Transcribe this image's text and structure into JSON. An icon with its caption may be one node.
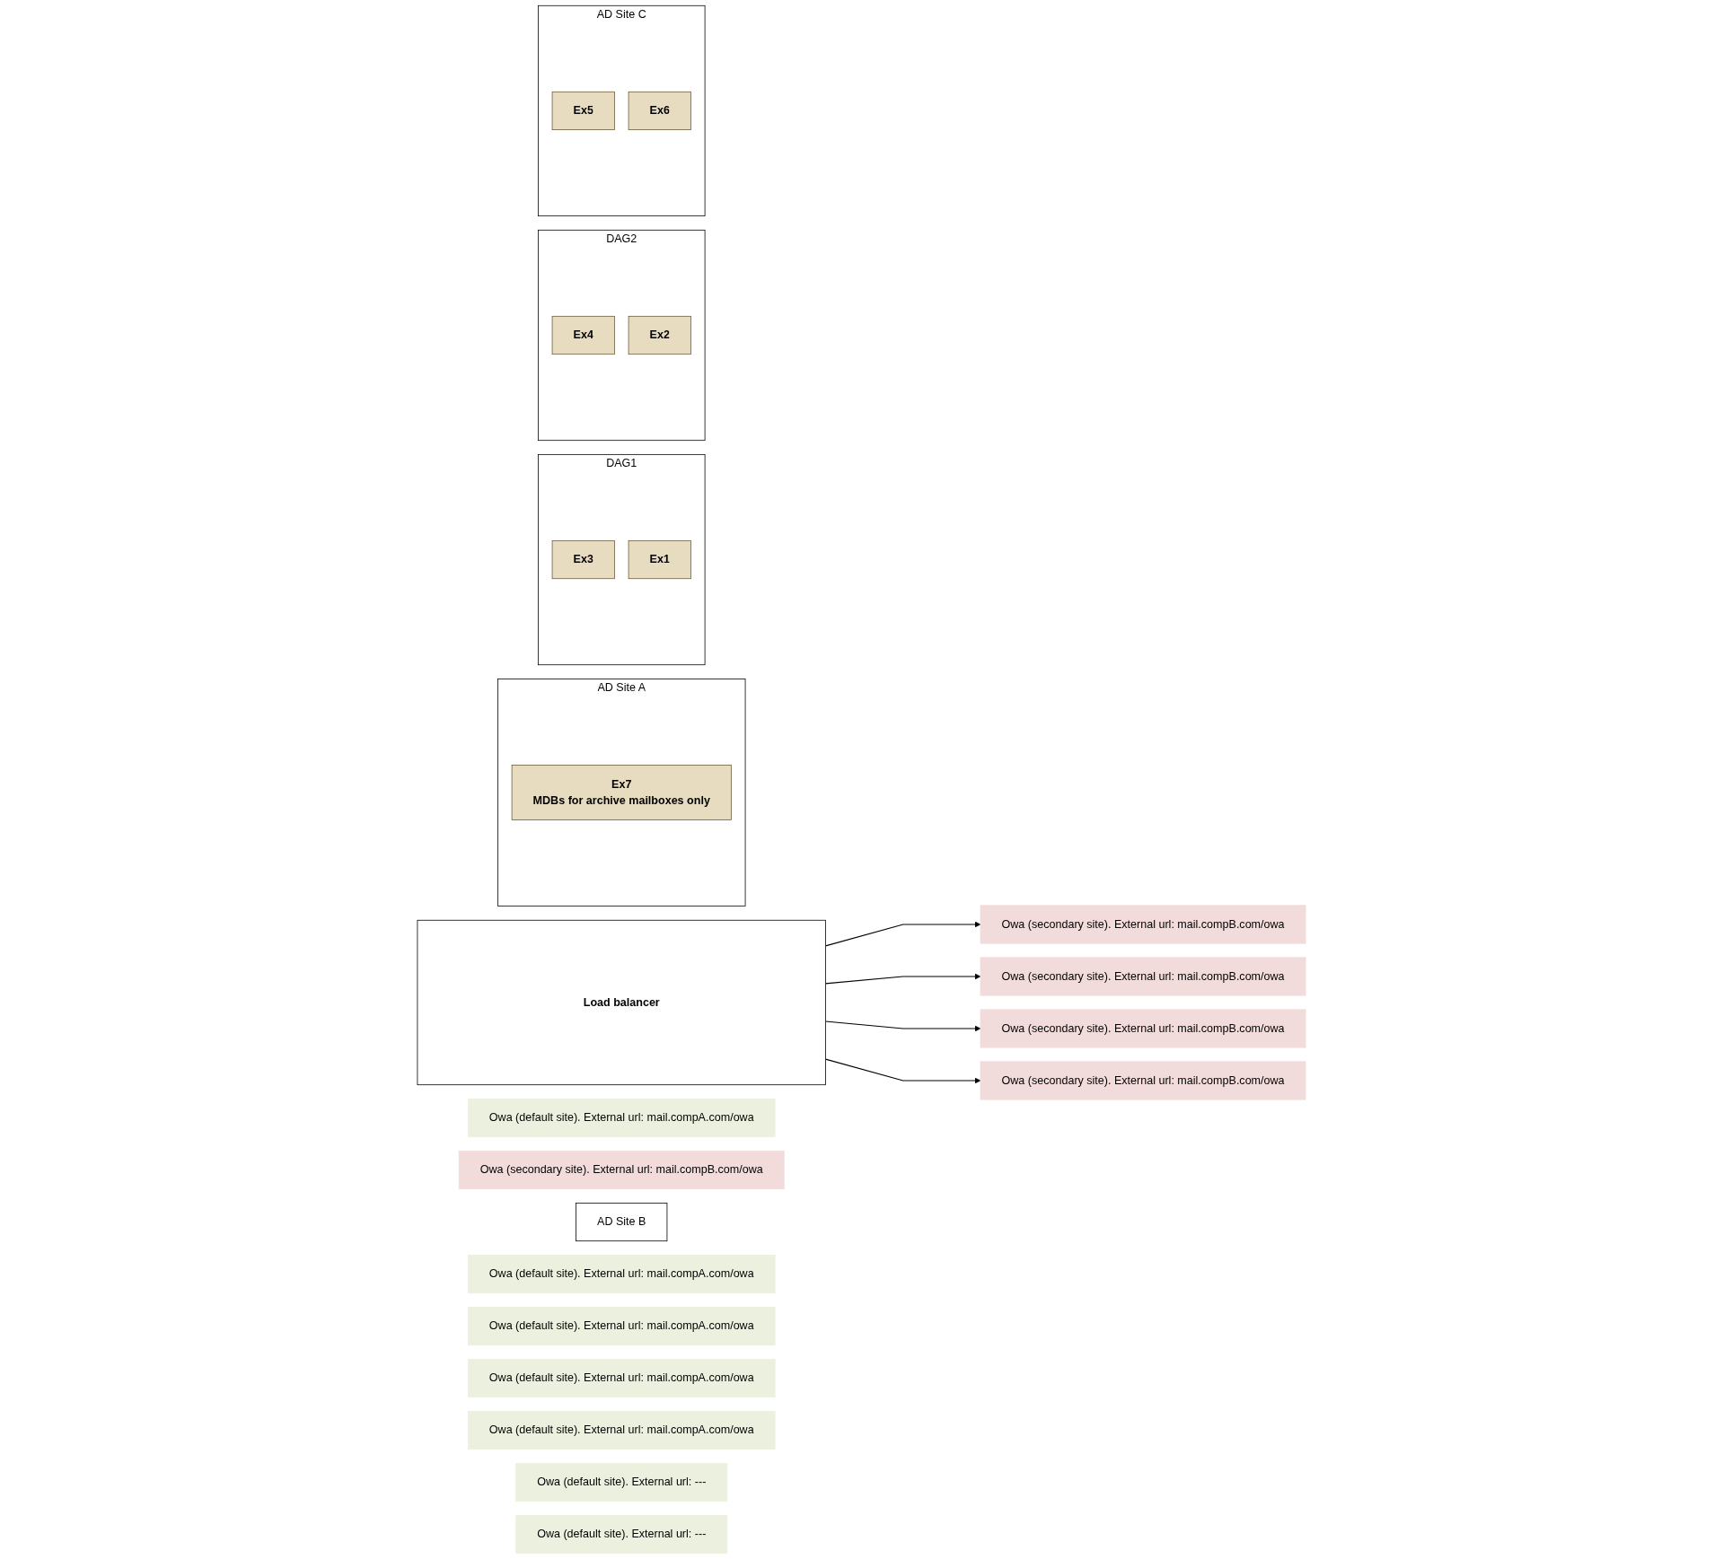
{
  "diagram": {
    "nodes": [
      {
        "text": [
          "AD Site A"
        ]
      },
      {
        "text": [
          "Ex7",
          "MDBs for archive mailboxes only"
        ],
        "in": 0
      },
      {
        "text": [
          "Owa (default site). External url: mail.compA.com/owa"
        ]
      },
      {
        "text": [
          "Owa (secondary site). External url: mail.compB.com/owa"
        ]
      },
      {
        "text": [
          "AD Site B"
        ]
      },
      {
        "text": [
          "DAG1"
        ]
      },
      {
        "text": [
          "Ex3"
        ],
        "in": 5
      },
      {
        "text": [
          "Ex1"
        ],
        "in": 5
      },
      {
        "text": [
          "Load balancer"
        ]
      },
      {
        "text": [
          "Owa (default site). External url: mail.compA.com/owa"
        ]
      },
      {
        "text": [
          "Owa (secondary site). External url: mail.compB.com/owa"
        ]
      },
      {
        "text": [
          "Owa (default site). External url: mail.compA.com/owa"
        ]
      },
      {
        "text": [
          "Owa (secondary site). External url: mail.compB.com/owa"
        ]
      },
      {
        "text": [
          "DAG2"
        ]
      },
      {
        "text": [
          "Ex4"
        ],
        "in": 13
      },
      {
        "text": [
          "Ex2"
        ],
        "in": 13
      },
      {
        "text": [
          "Owa (default site). External url: mail.compA.com/owa"
        ]
      },
      {
        "text": [
          "Owa (secondary site). External url: mail.compB.com/owa"
        ]
      },
      {
        "text": [
          "Owa (default site). External url: mail.compA.com/owa"
        ]
      },
      {
        "text": [
          "Owa (secondary site). External url: mail.compB.com/owa"
        ]
      },
      {
        "text": [
          "AD Site C"
        ]
      },
      {
        "text": [
          "Ex5"
        ],
        "in": 20
      },
      {
        "text": [
          "Owa (default site). External url: ---"
        ]
      },
      {
        "text": [
          "Ex6"
        ],
        "in": 20
      },
      {
        "text": [
          "Owa (default site). External url: ---"
        ]
      }
    ],
    "edges": [
      {
        "from": 8,
        "to": 10,
        "arrow": "to"
      },
      {
        "from": 8,
        "to": 12,
        "arrow": "to"
      },
      {
        "from": 8,
        "to": 17,
        "arrow": "to"
      },
      {
        "from": 8,
        "to": 19,
        "arrow": "to"
      }
    ]
  }
}
